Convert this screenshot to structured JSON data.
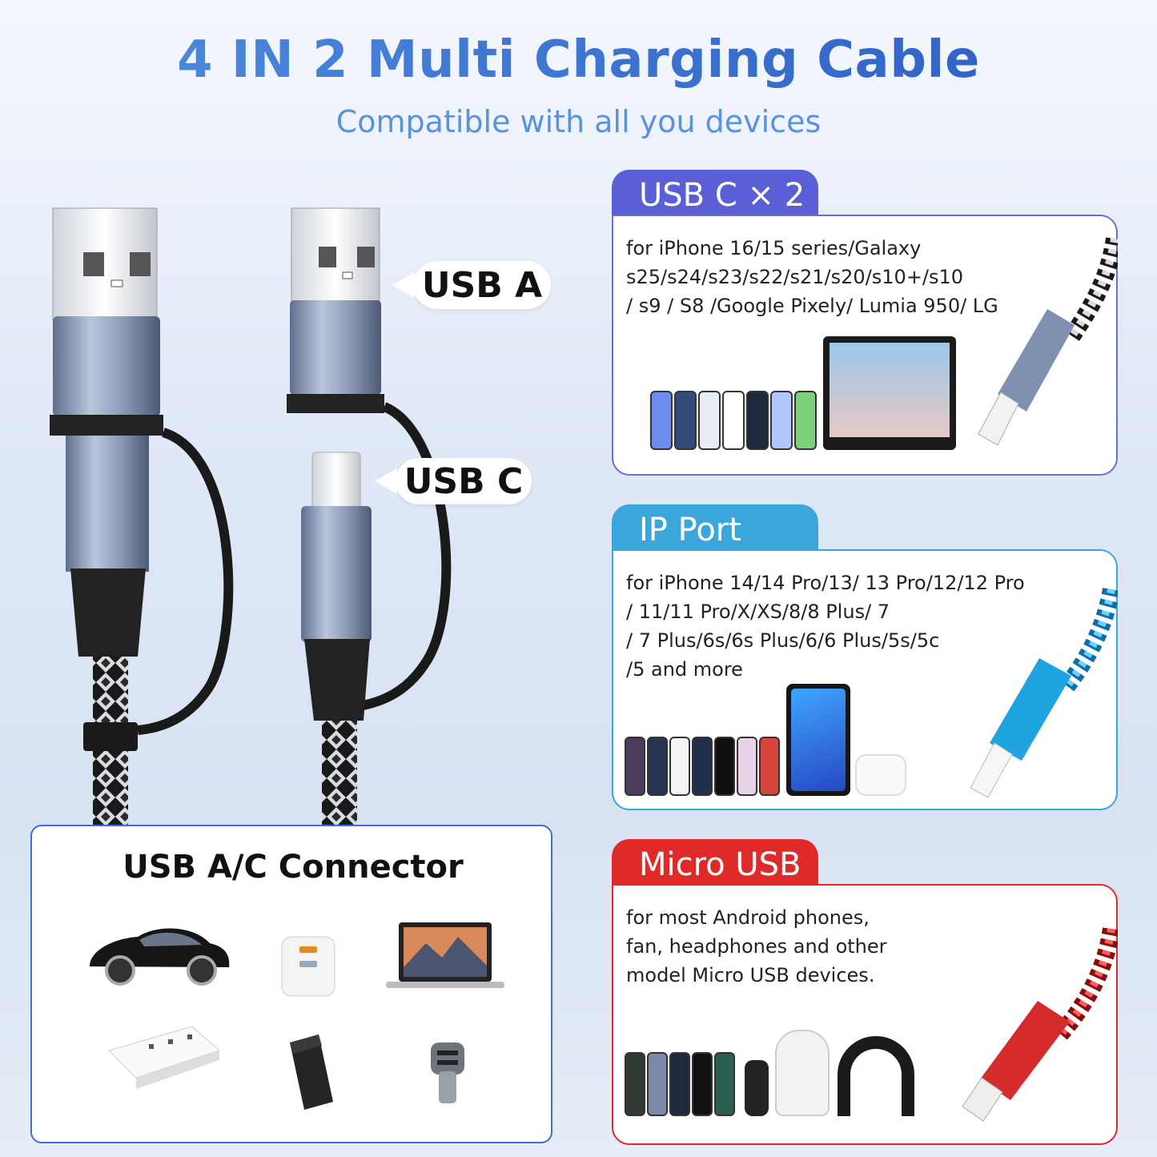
{
  "header": {
    "title": "4 IN 2 Multi Charging Cable",
    "subtitle": "Compatible with all you devices"
  },
  "callouts": {
    "usb_a": "USB A",
    "usb_c": "USB C"
  },
  "connector_box": {
    "title": "USB A/C Connector",
    "devices": [
      "car-icon",
      "wall-charger-icon",
      "laptop-icon",
      "power-strip-icon",
      "power-bank-icon",
      "car-charger-icon"
    ]
  },
  "panels": [
    {
      "tab": "USB C × 2",
      "color": "#5b5fd6",
      "text": "for iPhone 16/15 series/Galaxy\ns25/s24/s23/s22/s21/s20/s10+/s10\n/ s9 / S8 /Google Pixely/ Lumia 950/ LG"
    },
    {
      "tab": "IP Port",
      "color": "#3aa6dc",
      "text": "for iPhone 14/14 Pro/13/ 13 Pro/12/12 Pro\n/ 11/11 Pro/X/XS/8/8 Plus/ 7\n/ 7 Plus/6s/6s Plus/6/6 Plus/5s/5c\n/5 and more"
    },
    {
      "tab": "Micro USB",
      "color": "#e02a2a",
      "text": "for most Android phones,\nfan, headphones and other\nmodel Micro USB devices."
    }
  ],
  "colors": {
    "title_blue": "#2c5cc4",
    "connector_border": "#3f6fd8",
    "braid_blue": "#1fa4e0",
    "braid_red": "#e02a2a"
  }
}
